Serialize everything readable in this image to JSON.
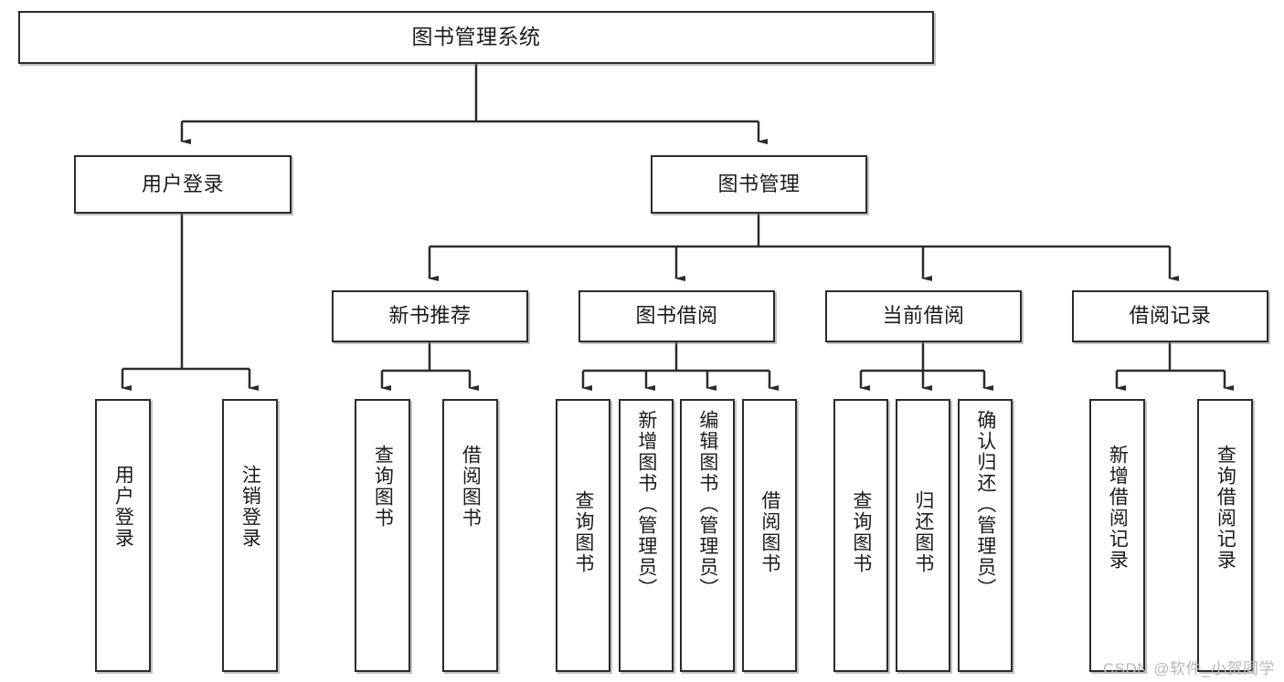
{
  "diagram": {
    "title": "图书管理系统",
    "type": "tree-hierarchy",
    "watermark": "CSDN @软件_小贺同学",
    "colors": {
      "box_border": "#2b2b2b",
      "box_fill": "#ffffff",
      "connector": "#2b2b2b",
      "text": "#1b1b1b",
      "watermark": "#b9b9b9"
    },
    "root": {
      "label": "图书管理系统"
    },
    "level2": [
      {
        "label": "用户登录"
      },
      {
        "label": "图书管理"
      }
    ],
    "level3": [
      {
        "label": "新书推荐"
      },
      {
        "label": "图书借阅"
      },
      {
        "label": "当前借阅"
      },
      {
        "label": "借阅记录"
      }
    ],
    "leaves": {
      "user_login": [
        {
          "label": "用户登录"
        },
        {
          "label": "注销登录"
        }
      ],
      "new_book": [
        {
          "label": "查询图书"
        },
        {
          "label": "借阅图书"
        }
      ],
      "book_borrow": [
        {
          "label": "查询图书"
        },
        {
          "label": "新增图书（管理员）"
        },
        {
          "label": "编辑图书（管理员）"
        },
        {
          "label": "借阅图书"
        }
      ],
      "current_borrow": [
        {
          "label": "查询图书"
        },
        {
          "label": "归还图书"
        },
        {
          "label": "确认归还（管理员）"
        }
      ],
      "borrow_record": [
        {
          "label": "新增借阅记录"
        },
        {
          "label": "查询借阅记录"
        }
      ]
    }
  }
}
